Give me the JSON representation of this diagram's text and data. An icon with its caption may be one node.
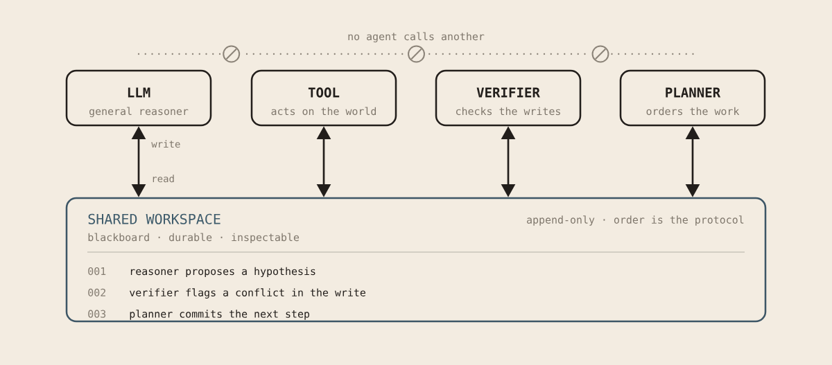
{
  "diagram": {
    "nodes": [
      {
        "text": [
          "LLM",
          "general reasoner"
        ]
      },
      {
        "text": [
          "TOOL",
          "acts on the world"
        ]
      },
      {
        "text": [
          "VERIFIER",
          "checks the writes"
        ]
      },
      {
        "text": [
          "PLANNER",
          "orders the work"
        ]
      },
      {
        "text": [
          "SHARED WORKSPACE",
          "append-only · order is the protocol",
          "blackboard · durable · inspectable",
          "001",
          "reasoner proposes a hypothesis",
          "002",
          "verifier flags a conflict in the write",
          "003",
          "planner commits the next step"
        ]
      }
    ],
    "edges": [
      {
        "from": 0,
        "to": 4,
        "arrow": "both"
      },
      {
        "from": 1,
        "to": 4,
        "arrow": "both"
      },
      {
        "from": 2,
        "to": 4,
        "arrow": "both"
      },
      {
        "from": 3,
        "to": 4,
        "arrow": "both"
      }
    ],
    "labels": [
      "no agent calls another",
      "write",
      "read"
    ]
  }
}
